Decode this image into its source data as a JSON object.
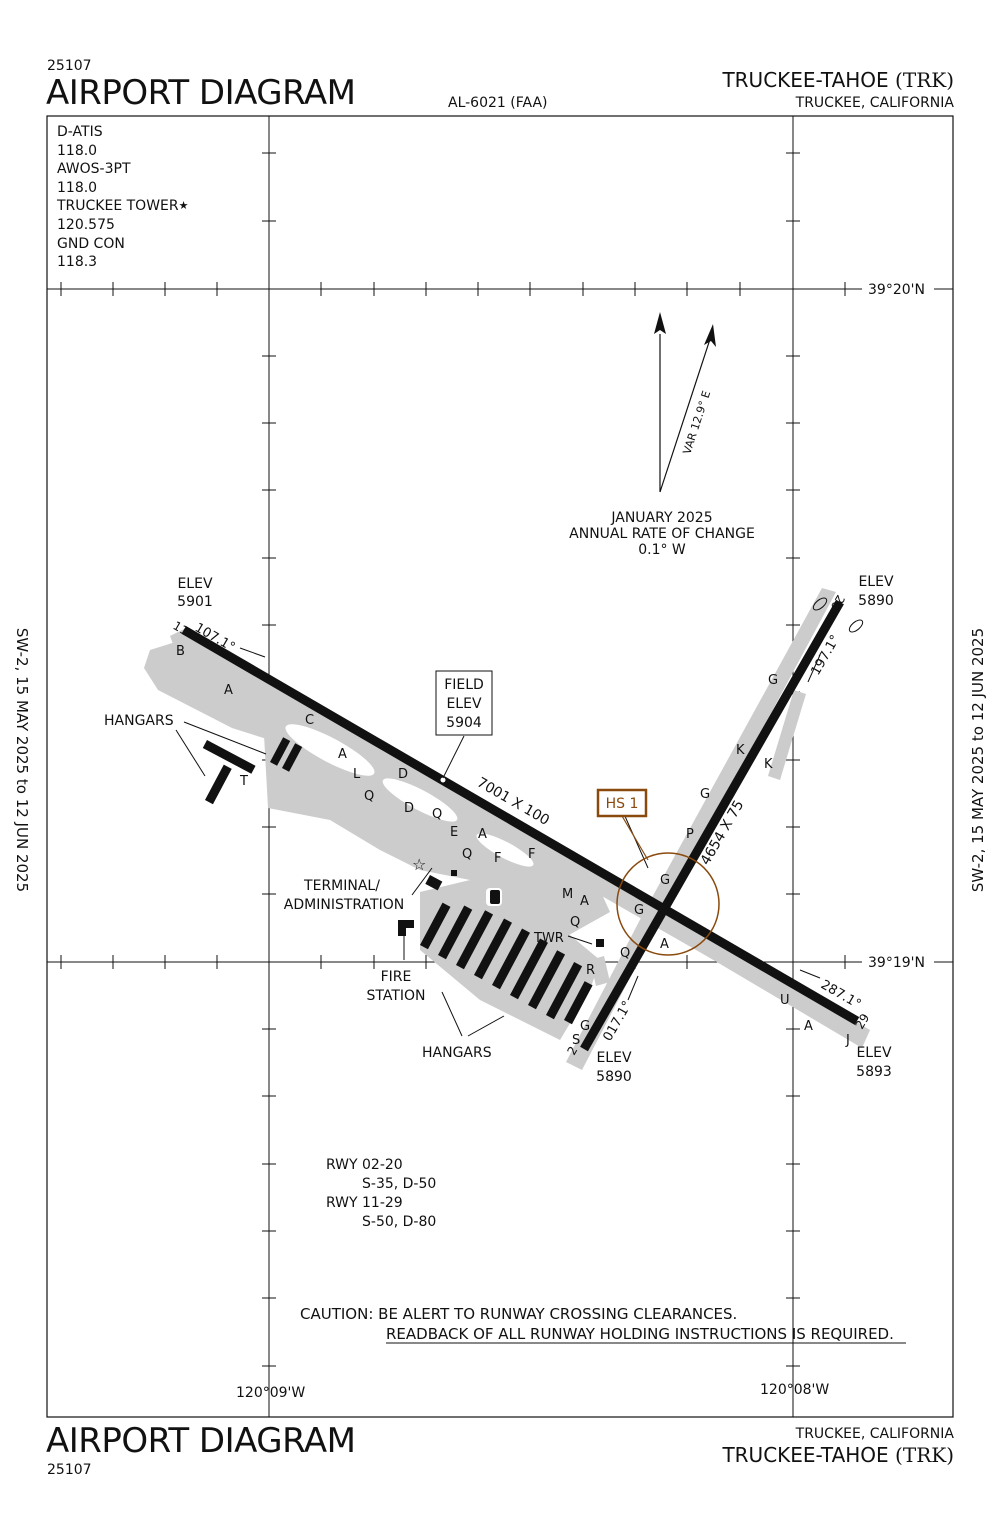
{
  "header": {
    "chart_number": "25107",
    "title": "AIRPORT DIAGRAM",
    "al_number": "AL-6021 (FAA)",
    "airport_name": "TRUCKEE-TAHOE",
    "airport_id": "(TRK)",
    "city_state": "TRUCKEE, CALIFORNIA"
  },
  "frequencies": [
    {
      "label": "D-ATIS",
      "value": "118.0"
    },
    {
      "label": "AWOS-3PT",
      "value": "118.0"
    },
    {
      "label": "TRUCKEE TOWER",
      "value": "120.575"
    },
    {
      "label": "GND CON",
      "value": "118.3"
    }
  ],
  "tower_star": "★",
  "side_dates": "SW-2,  15 MAY 2025  to  12 JUN 2025",
  "magnetic": {
    "variation": "VAR 12.9° E",
    "date": "JANUARY 2025",
    "rate_label": "ANNUAL RATE OF CHANGE",
    "rate": "0.1° W"
  },
  "coordinates": {
    "lat_north": "39°20'N",
    "lat_south": "39°19'N",
    "lon_west": "120°09'W",
    "lon_east": "120°08'W"
  },
  "runways": {
    "rwy_11_29": {
      "dimensions": "7001 X 100",
      "heading_11": "107.1°",
      "heading_29": "287.1°",
      "end_11": "11",
      "end_29": "29"
    },
    "rwy_02_20": {
      "dimensions": "4654 X 75",
      "heading_02": "017.1°",
      "heading_20": "197.1°",
      "end_02": "2",
      "end_20": "20"
    }
  },
  "elevations": {
    "field": {
      "line1": "FIELD",
      "line2": "ELEV",
      "value": "5904"
    },
    "rwy11": {
      "label": "ELEV",
      "value": "5901"
    },
    "rwy20": {
      "label": "ELEV",
      "value": "5890"
    },
    "rwy02": {
      "label": "ELEV",
      "value": "5890"
    },
    "rwy29": {
      "label": "ELEV",
      "value": "5893"
    }
  },
  "hotspot": {
    "label": "HS 1",
    "color": "#8a4a0e"
  },
  "labels": {
    "hangars_west": "HANGARS",
    "hangars_south": "HANGARS",
    "terminal_line1": "TERMINAL/",
    "terminal_line2": "ADMINISTRATION",
    "fire_line1": "FIRE",
    "fire_line2": "STATION",
    "twr": "TWR"
  },
  "taxiways": [
    "B",
    "A",
    "C",
    "T",
    "A",
    "L",
    "Q",
    "D",
    "D",
    "Q",
    "E",
    "A",
    "F",
    "Q",
    "F",
    "M",
    "A",
    "Q",
    "Q",
    "R",
    "G",
    "S",
    "G",
    "G",
    "G",
    "P",
    "K",
    "K",
    "G",
    "A",
    "U",
    "A",
    "J"
  ],
  "runway_strengths": [
    {
      "runway": "RWY 02-20",
      "strength": "S-35, D-50"
    },
    {
      "runway": "RWY 11-29",
      "strength": "S-50, D-80"
    }
  ],
  "caution": {
    "line1": "CAUTION: BE ALERT TO RUNWAY CROSSING CLEARANCES.",
    "line2": "READBACK OF ALL RUNWAY HOLDING INSTRUCTIONS IS REQUIRED."
  },
  "colors": {
    "ink": "#111111",
    "pavement": "#cccccc",
    "hotspot": "#8a4a0e"
  }
}
